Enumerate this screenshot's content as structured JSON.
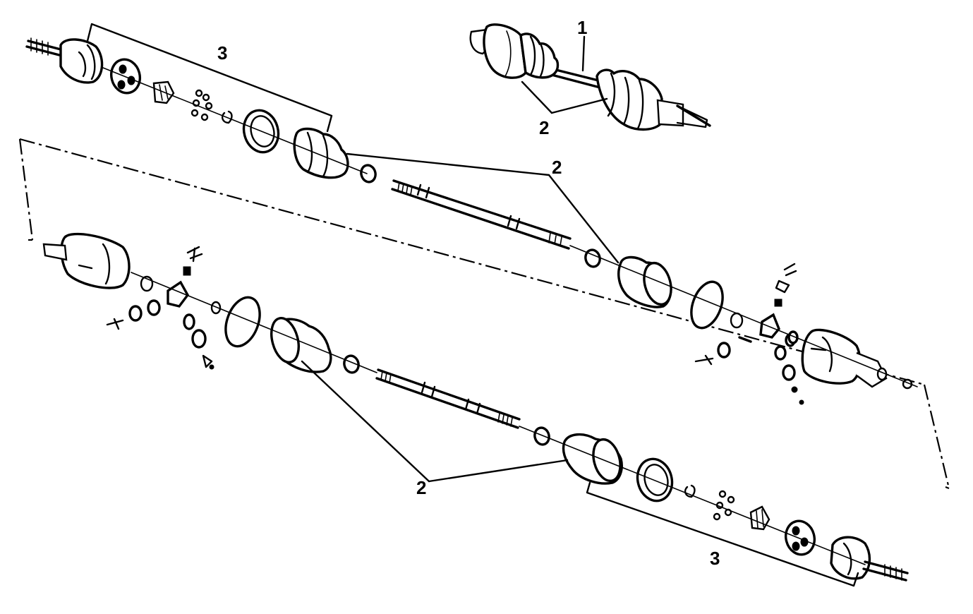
{
  "diagram": {
    "callouts": {
      "complete_shaft": "1",
      "boot_top_right": "2",
      "boot_upper_axle": "2",
      "boot_lower_axle": "2",
      "cv_kit_top": "3",
      "cv_kit_bottom": "3"
    }
  }
}
